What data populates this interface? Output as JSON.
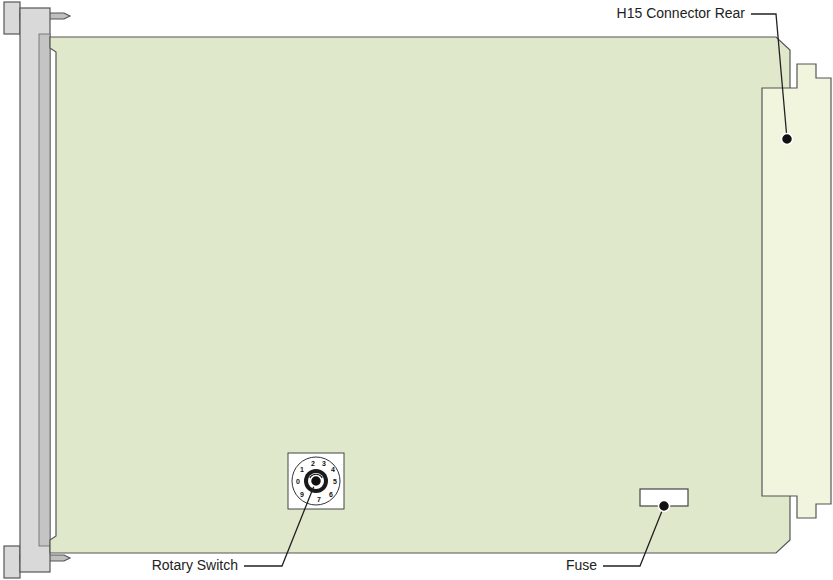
{
  "diagram": {
    "labels": [
      "H15 Connector Rear",
      "2",
      "3",
      "1",
      "4",
      "0",
      "5",
      "9",
      "6",
      "7",
      "Rotary Switch",
      "Fuse"
    ]
  }
}
